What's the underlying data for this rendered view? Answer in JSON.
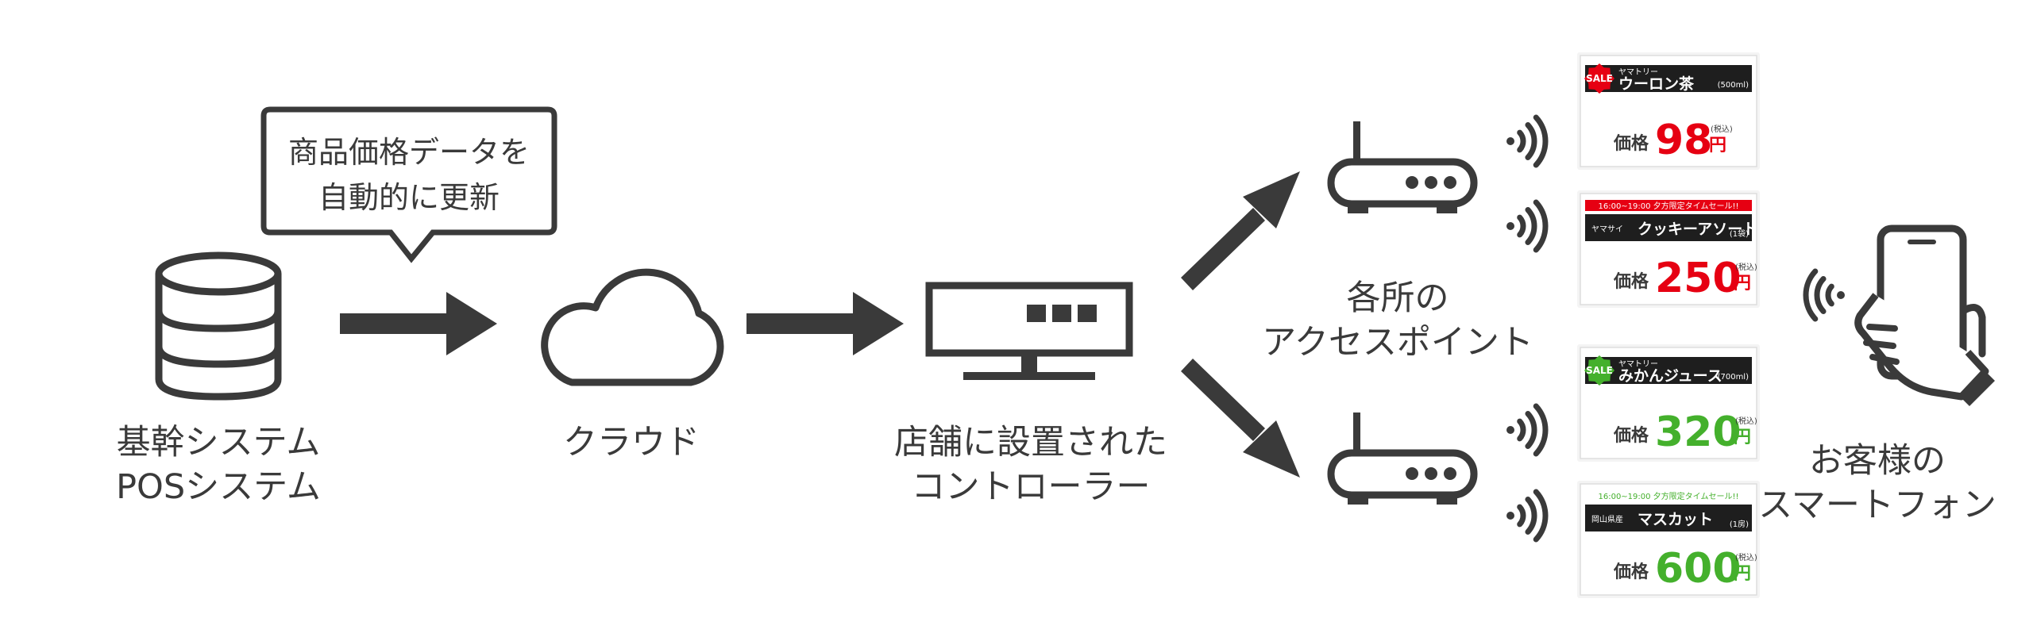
{
  "colors": {
    "ink": "#3a3a3a",
    "red": "#e60012",
    "green": "#44b02c"
  },
  "bubble": {
    "line1": "商品価格データを",
    "line2": "自動的に更新"
  },
  "nodes": {
    "database": {
      "icon": "database-icon",
      "line1": "基幹システム",
      "line2": "POSシステム"
    },
    "cloud": {
      "icon": "cloud-icon",
      "line1": "クラウド"
    },
    "controller": {
      "icon": "controller-icon",
      "line1": "店舗に設置された",
      "line2": "コントローラー"
    },
    "access_points": {
      "icon": "router-icon",
      "line1": "各所の",
      "line2": "アクセスポイント"
    },
    "smartphone": {
      "icon": "smartphone-hand-icon",
      "line1": "お客様の",
      "line2": "スマートフォン"
    }
  },
  "price_tags": [
    {
      "banner": "",
      "sale": "SALE",
      "maker": "ヤマトリー",
      "name": "ウーロン茶",
      "volume": "(500ml)",
      "price_label": "価格",
      "price": "98",
      "tax": "(税込)",
      "yen": "円",
      "price_color": "#e60012"
    },
    {
      "banner": "16:00~19:00 夕方限定タイムセール!!",
      "sale": "",
      "maker": "ヤマサイ",
      "name": "クッキーアソート",
      "volume": "(1袋)",
      "price_label": "価格",
      "price": "250",
      "tax": "(税込)",
      "yen": "円",
      "price_color": "#e60012"
    },
    {
      "banner": "",
      "sale": "SALE",
      "maker": "ヤマトリー",
      "name": "みかんジュース",
      "volume": "(700ml)",
      "price_label": "価格",
      "price": "320",
      "tax": "(税込)",
      "yen": "円",
      "price_color": "#44b02c"
    },
    {
      "banner": "16:00~19:00 夕方限定タイムセール!!",
      "sale": "",
      "maker": "岡山県産",
      "name": "マスカット",
      "volume": "(1房)",
      "price_label": "価格",
      "price": "600",
      "tax": "(税込)",
      "yen": "円",
      "price_color": "#44b02c"
    }
  ]
}
